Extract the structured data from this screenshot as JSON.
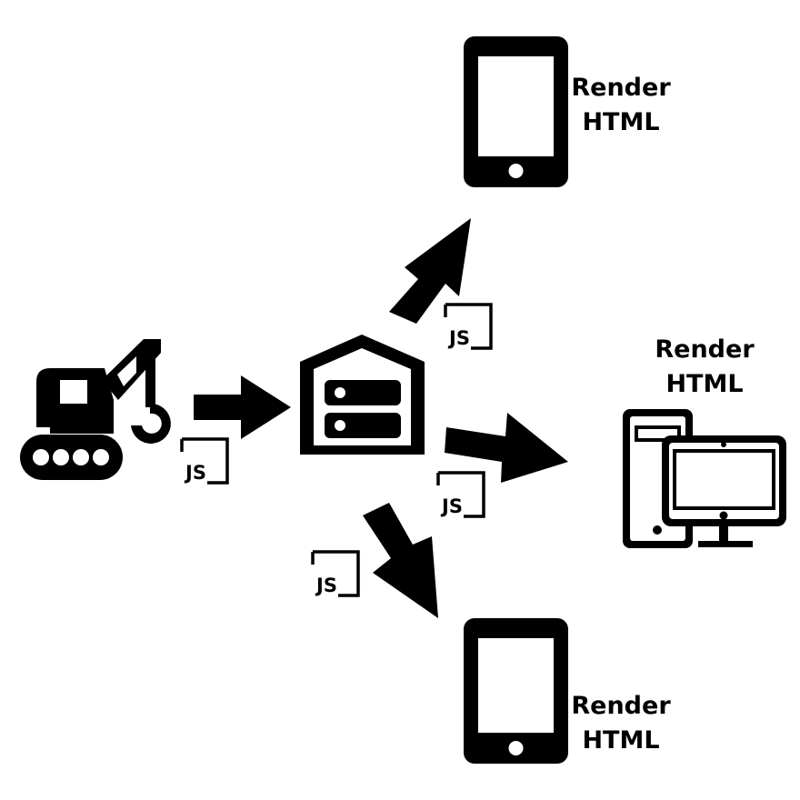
{
  "colors": {
    "ink": "#000000",
    "paper": "#ffffff"
  },
  "source": {
    "icon": "crane-icon"
  },
  "server": {
    "icon": "server-warehouse-icon"
  },
  "targets": [
    {
      "icon": "tablet-icon",
      "line1": "Render",
      "line2": "HTML"
    },
    {
      "icon": "desktop-computer-icon",
      "line1": "Render",
      "line2": "HTML"
    },
    {
      "icon": "tablet-icon",
      "line1": "Render",
      "line2": "HTML"
    }
  ],
  "badges": [
    "JS",
    "JS",
    "JS",
    "JS"
  ]
}
